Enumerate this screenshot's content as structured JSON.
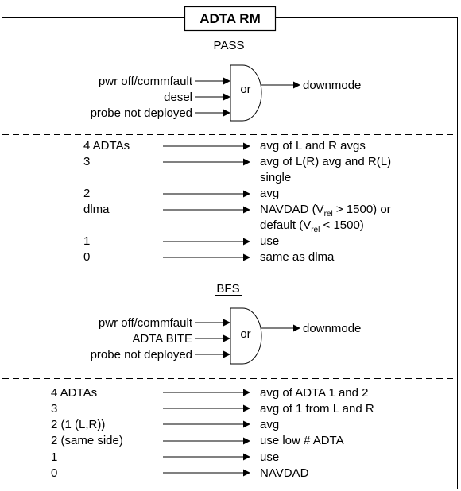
{
  "title": "ADTA RM",
  "pass": {
    "heading": "PASS",
    "gate_inputs": [
      "pwr off/commfault",
      "desel",
      "probe not deployed"
    ],
    "gate_label": "or",
    "gate_output": "downmode",
    "rows": [
      {
        "input": "4 ADTAs",
        "output": [
          "avg of L and R avgs"
        ]
      },
      {
        "input": "3",
        "output": [
          "avg of L(R) avg and R(L)",
          "single"
        ]
      },
      {
        "input": "2",
        "output": [
          "avg"
        ]
      },
      {
        "input": "dlma",
        "output": [
          "NAVDAD (V",
          "rel",
          " > 1500) or",
          "default (V",
          "rel",
          " < 1500)"
        ]
      },
      {
        "input": "1",
        "output": [
          "use"
        ]
      },
      {
        "input": "0",
        "output": [
          "same as dlma"
        ]
      }
    ]
  },
  "bfs": {
    "heading": "BFS",
    "gate_inputs": [
      "pwr off/commfault",
      "ADTA BITE",
      "probe not deployed"
    ],
    "gate_label": "or",
    "gate_output": "downmode",
    "rows": [
      {
        "input": "4 ADTAs",
        "output": [
          "avg of ADTA 1 and 2"
        ]
      },
      {
        "input": "3",
        "output": [
          "avg of 1 from L and R"
        ]
      },
      {
        "input": "2 (1 (L,R))",
        "output": [
          "avg"
        ]
      },
      {
        "input": "2 (same side)",
        "output": [
          "use low # ADTA"
        ]
      },
      {
        "input": "1",
        "output": [
          "use"
        ]
      },
      {
        "input": "0",
        "output": [
          "NAVDAD"
        ]
      }
    ]
  }
}
